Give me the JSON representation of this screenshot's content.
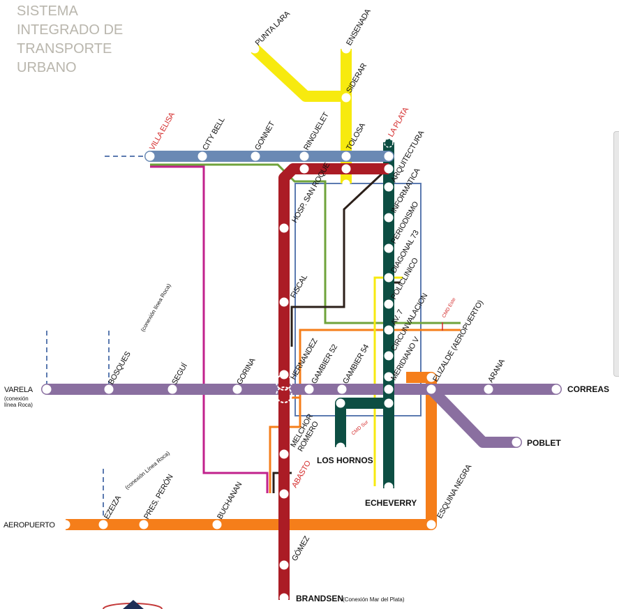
{
  "title": "SISTEMA\nINTEGRADO DE\nTRANSPORTE\nURBANO",
  "colors": {
    "red_line": "#ab1c25",
    "blue_line": "#6a89b4",
    "yellow_line": "#f7ea0f",
    "teal_line": "#0d4e43",
    "purple_line": "#8a6fa0",
    "orange_line": "#f57e1a",
    "magenta_line": "#c1218c",
    "green_line": "#6fa33b",
    "brown_line": "#2b1f19",
    "zone_box": "#5b7ab0",
    "label_red": "#d42b2b",
    "title_gray": "#b9b6ad"
  },
  "lines": [
    {
      "name": "red",
      "color": "#ab1c25",
      "icon": "red-line"
    },
    {
      "name": "blue",
      "color": "#6a89b4",
      "icon": "blue-line"
    },
    {
      "name": "yellow",
      "color": "#f7ea0f",
      "icon": "yellow-line"
    },
    {
      "name": "teal",
      "color": "#0d4e43",
      "icon": "teal-line"
    },
    {
      "name": "purple",
      "color": "#8a6fa0",
      "icon": "purple-line"
    },
    {
      "name": "orange",
      "color": "#f57e1a",
      "icon": "orange-line"
    }
  ],
  "stations": {
    "punta_lara": "PUNTA LARA",
    "ensenada": "ENSENADA",
    "siderar": "SIDERAR",
    "villa_elisa": "VILLA ELISA",
    "city_bell": "CITY BELL",
    "gonnet": "GONNET",
    "ringuelet": "RINGUELET",
    "tolosa": "TOLOSA",
    "la_plata": "LA PLATA",
    "arquitectura": "ARQUITECTURA",
    "informatica": "INFORMATICA",
    "periodismo": "PERIODISMO",
    "diagonal_73": "DIAGONAL 73",
    "policlinico": "POLICLINICO",
    "av_7": "AV. 7",
    "circunvalacion": "CIRCUNVALACION",
    "meridiano_v": "MERIDIANO V",
    "hospital_san_roque": "HOSP. SAN ROQUE",
    "fiscal": "FISCAL",
    "hernandez": "HERNANDEZ",
    "gambier_52": "GAMBIER 52",
    "gambier_54": "GAMBIER 54",
    "varela": "VARELA",
    "varela_note": "(conexión\nlínea Roca)",
    "bosques": "BOSQUES",
    "bosques_note": "(conexión línea Roca)",
    "segui": "SEGUÍ",
    "gorina": "GORINA",
    "elizalde": "ELIZALDE (AEROPUERTO)",
    "arana": "ARANA",
    "correas": "CORREAS",
    "poblet": "POBLET",
    "melchor_romero": "MELCHOR\nROMERO",
    "los_hornos": "LOS HORNOS",
    "echeverry": "ECHEVERRY",
    "abasto": "ABASTO",
    "esquina_negra": "ESQUINA NEGRA",
    "ezeiza": "EZEIZA",
    "ezeiza_note": "(conexión Línea Roca)",
    "pres_peron": "PRES. PERÓN",
    "buchanan": "BUCHANAN",
    "aeropuerto": "AEROPUERTO",
    "gomez": "GÓMEZ",
    "brandsen": "BRANDSEN",
    "brandsen_note": "(Conexión Mar del Plata)",
    "cmd_este": "CMD Este",
    "cmd_sur": "CMD Sur"
  }
}
